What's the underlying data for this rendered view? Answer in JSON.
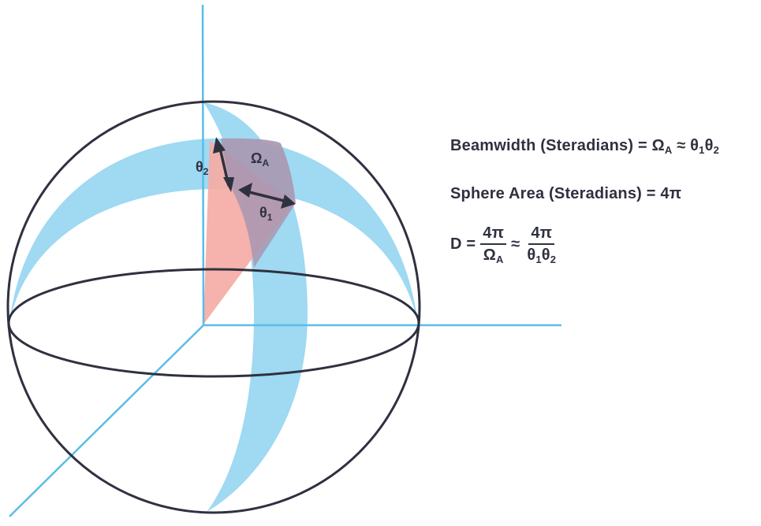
{
  "labels": {
    "omega": "Ω",
    "omega_sub": "A",
    "theta2": "θ",
    "theta2_sub": "2",
    "theta1": "θ",
    "theta1_sub": "1"
  },
  "equations": {
    "beamwidth": {
      "prefix": "Beamwidth (Steradians) = Ω",
      "omega_sub": "A",
      "approx": " ≈ θ",
      "theta1_sub": "1",
      "theta": "θ",
      "theta2_sub": "2"
    },
    "sphere_area": "Sphere Area (Steradians) = 4π",
    "directivity": {
      "lhs": "D =",
      "frac1_num": "4π",
      "frac1_den": "Ω",
      "frac1_den_sub": "A",
      "approx": "≈",
      "frac2_num": "4π",
      "frac2_den_theta1": "θ",
      "frac2_den_sub1": "1",
      "frac2_den_theta2": "θ",
      "frac2_den_sub2": "2"
    }
  },
  "colors": {
    "band": "#9fd9f2",
    "axis": "#5bbde6",
    "outline": "#2f3140",
    "cone": "#f5aba5",
    "overlap": "#a897b0"
  }
}
